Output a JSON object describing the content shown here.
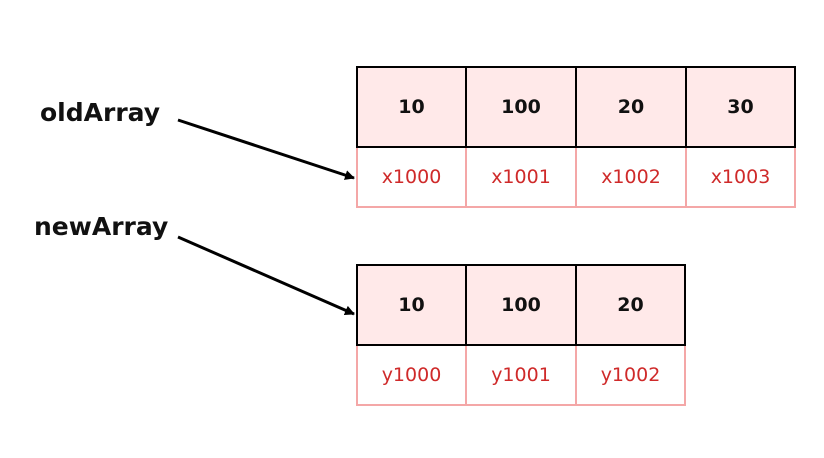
{
  "arrays": [
    {
      "name": "oldArray",
      "values": [
        "10",
        "100",
        "20",
        "30"
      ],
      "addresses": [
        "x1000",
        "x1001",
        "x1002",
        "x1003"
      ]
    },
    {
      "name": "newArray",
      "values": [
        "10",
        "100",
        "20"
      ],
      "addresses": [
        "y1000",
        "y1001",
        "y1002"
      ]
    }
  ]
}
